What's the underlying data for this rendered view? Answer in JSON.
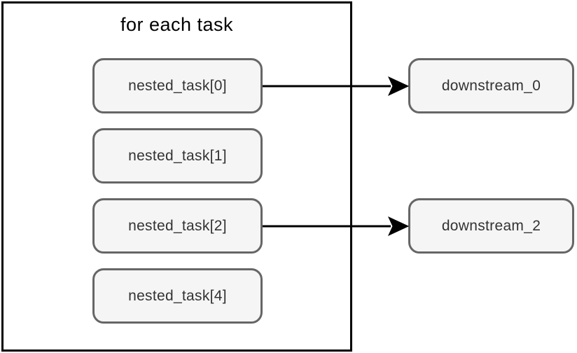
{
  "diagram": {
    "container": {
      "title": "for each task"
    },
    "nested_tasks": [
      {
        "label": "nested_task[0]"
      },
      {
        "label": "nested_task[1]"
      },
      {
        "label": "nested_task[2]"
      },
      {
        "label": "nested_task[4]"
      }
    ],
    "downstream_tasks": [
      {
        "label": "downstream_0"
      },
      {
        "label": "downstream_2"
      }
    ],
    "edges": [
      {
        "from": "nested_task[0]",
        "to": "downstream_0"
      },
      {
        "from": "nested_task[2]",
        "to": "downstream_2"
      }
    ],
    "colors": {
      "background": "#ffffff",
      "container_border": "#000000",
      "node_fill": "#f5f5f5",
      "node_border": "#666666",
      "node_text": "#333333",
      "title_text": "#000000",
      "arrow": "#000000"
    }
  }
}
